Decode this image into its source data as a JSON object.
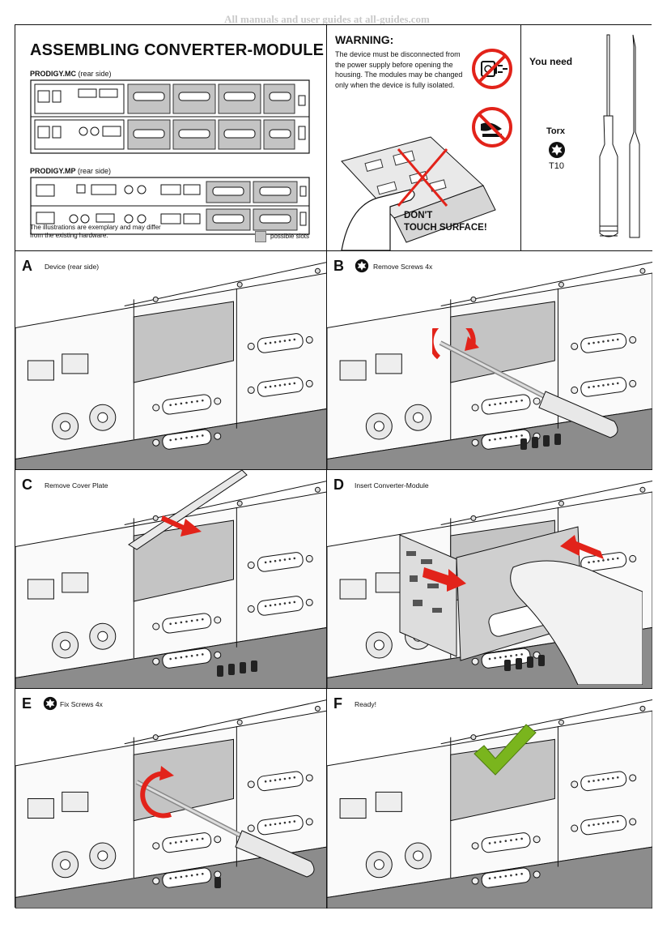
{
  "watermark": "All manuals and user guides at all-guides.com",
  "header": {
    "title": "ASSEMBLING CONVERTER-MODULE",
    "mc_model": "PRODIGY.MC",
    "mc_side": "(rear side)",
    "mp_model": "PRODIGY.MP",
    "mp_side": "(rear side)",
    "disclaimer_line1": "The illustrations are exemplary and may differ",
    "disclaimer_line2": "from the existing hardware.",
    "legend": "possible slots"
  },
  "warning": {
    "heading": "WARNING:",
    "text": "The device must be disconnected from the power supply before opening the housing. The modules may be changed only when the device is fully isolated.",
    "dont_line1": "DON'T",
    "dont_line2": "TOUCH SURFACE!"
  },
  "tools": {
    "you_need": "You need",
    "torx": "Torx",
    "size": "T10"
  },
  "steps": [
    {
      "letter": "A",
      "label": "Device (rear side)"
    },
    {
      "letter": "B",
      "label": "Remove Screws 4x"
    },
    {
      "letter": "C",
      "label": "Remove Cover Plate"
    },
    {
      "letter": "D",
      "label": "Insert Converter-Module"
    },
    {
      "letter": "E",
      "label": "Fix Screws 4x"
    },
    {
      "letter": "F",
      "label": "Ready!"
    }
  ],
  "colors": {
    "red": "#e2231a",
    "green": "#7ab51d",
    "slot_gray": "#c4c4c4",
    "floor_gray": "#8c8c8c"
  }
}
